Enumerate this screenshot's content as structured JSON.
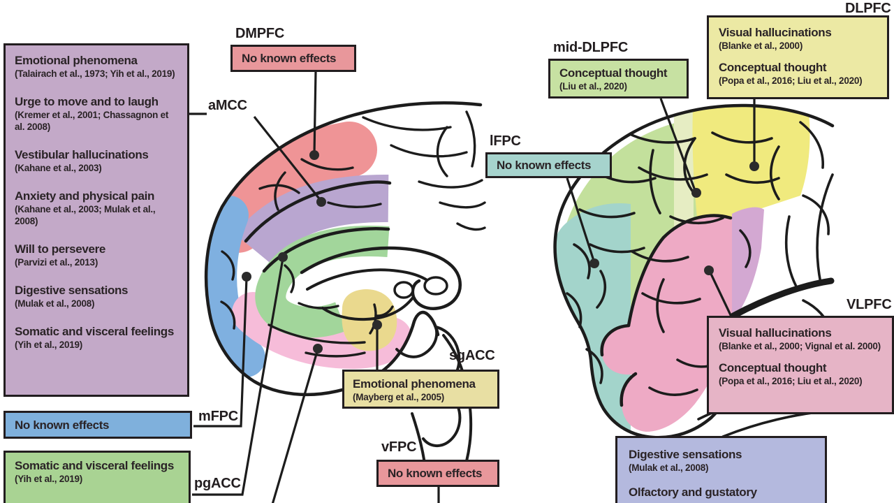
{
  "palette": {
    "ink": "#221d1f",
    "purple_box": "#c3a9c8",
    "blue_box": "#7fb0dc",
    "green_box": "#a9d393",
    "salmon_box": "#e8979b",
    "yellow_box": "#ece9a4",
    "khaki_box": "#e8dfa3",
    "teal_box": "#a6d3cd",
    "pink_box": "#e6b4c6",
    "lavender_box": "#b4b9de"
  },
  "amcc_panel": {
    "region_label": "aMCC",
    "entries": [
      {
        "effect": "Emotional phenomena",
        "citation": "(Talairach et al., 1973; Yih et al., 2019)"
      },
      {
        "effect": "Urge to move and to laugh",
        "citation": "(Kremer et al., 2001; Chassagnon et al. 2008)"
      },
      {
        "effect": "Vestibular hallucinations",
        "citation": "(Kahane et al., 2003)"
      },
      {
        "effect": "Anxiety and physical pain",
        "citation": "(Kahane et al., 2003; Mulak et al., 2008)"
      },
      {
        "effect": "Will to persevere",
        "citation": "(Parvizi et al., 2013)"
      },
      {
        "effect": "Digestive sensations",
        "citation": "(Mulak et al., 2008)"
      },
      {
        "effect": "Somatic and visceral feelings",
        "citation": "(Yih et al., 2019)"
      }
    ]
  },
  "dmpfc": {
    "region_label": "DMPFC",
    "text": "No known effects"
  },
  "mfpc": {
    "region_label": "mFPC",
    "text": "No known effects"
  },
  "pgacc": {
    "region_label": "pgACC",
    "effect": "Somatic and visceral feelings",
    "citation": "(Yih et al., 2019)"
  },
  "sgacc": {
    "region_label": "sgACC",
    "effect": "Emotional phenomena",
    "citation": "(Mayberg et al., 2005)"
  },
  "vfpc": {
    "region_label": "vFPC",
    "text": "No known effects"
  },
  "lfpc": {
    "region_label": "lFPC",
    "text": "No known effects"
  },
  "mid_dlpfc": {
    "region_label": "mid-DLPFC",
    "effect": "Conceptual thought",
    "citation": "(Liu et al., 2020)"
  },
  "dlpfc": {
    "region_label": "DLPFC",
    "entries": [
      {
        "effect": "Visual hallucinations",
        "citation": "(Blanke et al., 2000)"
      },
      {
        "effect": "Conceptual thought",
        "citation": "(Popa et al., 2016; Liu et al., 2020)"
      }
    ]
  },
  "vlpfc": {
    "region_label": "VLPFC",
    "entries": [
      {
        "effect": "Visual hallucinations",
        "citation": "(Blanke et al., 2000; Vignal et al. 2000)"
      },
      {
        "effect": "Conceptual thought",
        "citation": "(Popa et al., 2016; Liu et al., 2020)"
      }
    ]
  },
  "ofc_panel": {
    "entries": [
      {
        "effect": "Digestive sensations",
        "citation": "(Mulak et al., 2008)"
      },
      {
        "effect": "Olfactory and gustatory",
        "citation": ""
      }
    ]
  }
}
